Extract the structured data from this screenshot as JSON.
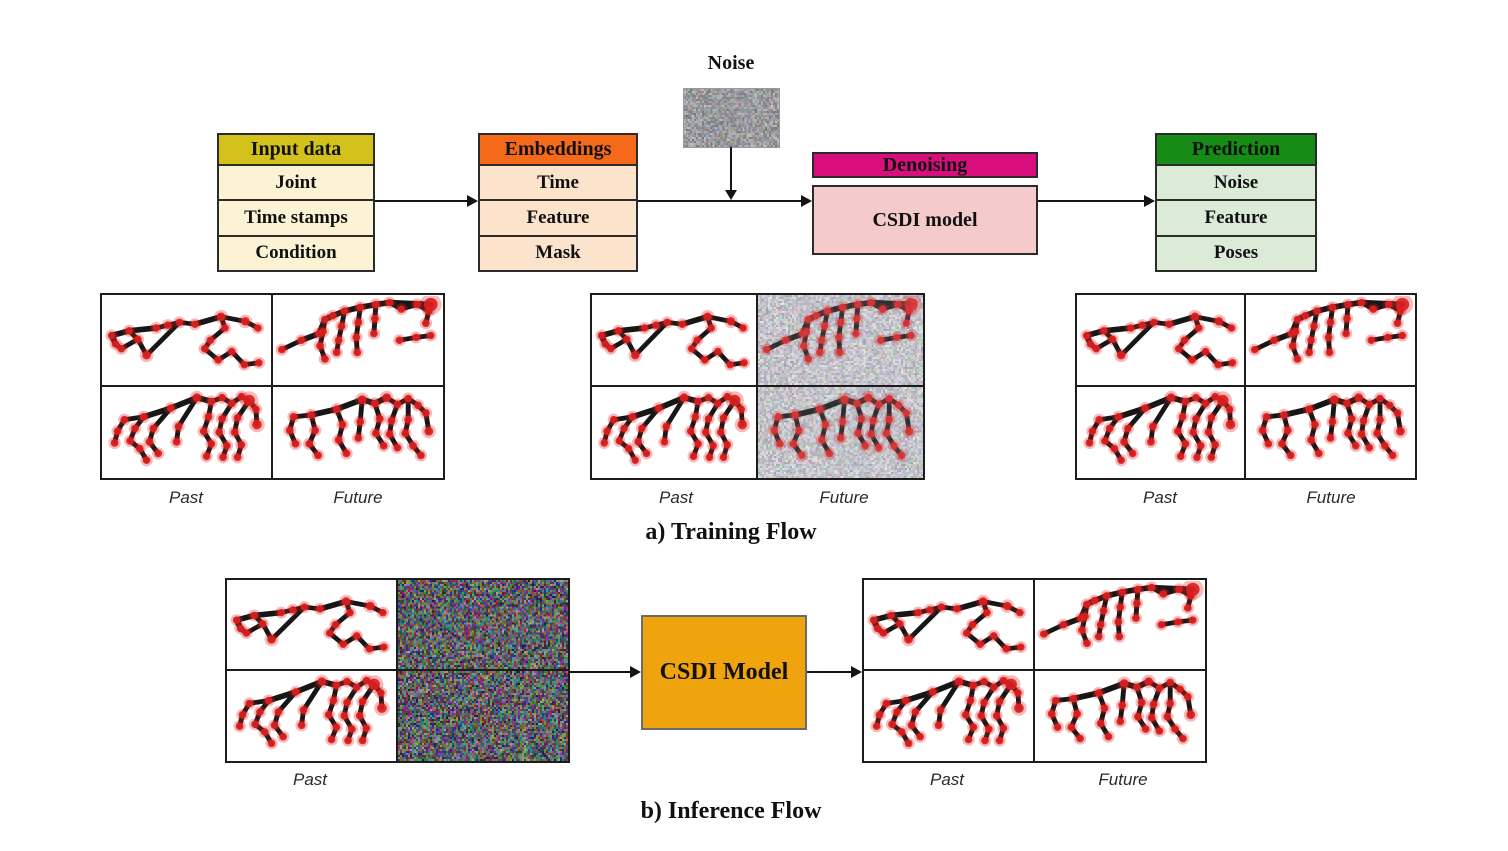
{
  "top_flow": {
    "noise_label": "Noise"
  },
  "pipeline": {
    "input": {
      "header": "Input data",
      "rows": [
        "Joint",
        "Time stamps",
        "Condition"
      ]
    },
    "embeddings": {
      "header": "Embeddings",
      "rows": [
        "Time",
        "Feature",
        "Mask"
      ]
    },
    "denoising": {
      "header": "Denoising",
      "body": "CSDI model"
    },
    "prediction": {
      "header": "Prediction",
      "rows": [
        "Noise",
        "Feature",
        "Poses"
      ]
    }
  },
  "captions": {
    "training": "a) Training Flow",
    "inference": "b) Inference Flow"
  },
  "inference": {
    "model_label": "CSDI Model"
  },
  "grids": {
    "training_left": {
      "past": "Past",
      "future": "Future"
    },
    "training_middle": {
      "past": "Past",
      "future": "Future"
    },
    "training_right": {
      "past": "Past",
      "future": "Future"
    },
    "inference_input": {
      "past": "Past"
    },
    "inference_output": {
      "past": "Past",
      "future": "Future"
    }
  },
  "colors": {
    "input_header": "#d3c11c",
    "input_body": "#fbf3d3",
    "embeddings_header": "#f4691a",
    "embeddings_body": "#fce4cc",
    "denoising_header": "#d80e7d",
    "denoising_body": "#f5caca",
    "prediction_header": "#168c16",
    "prediction_body": "#dcead8",
    "inference_box": "#efa30c",
    "joint": "#dc1f1f",
    "bone": "#161616"
  },
  "skeletons": {
    "lieA": {
      "points": [
        [
          9,
          42,
          4
        ],
        [
          13,
          51,
          4
        ],
        [
          19,
          56,
          4
        ],
        [
          27,
          37,
          4
        ],
        [
          36,
          46,
          4
        ],
        [
          45,
          63,
          4.5
        ],
        [
          55,
          34,
          4
        ],
        [
          67,
          31,
          4
        ],
        [
          79,
          28,
          4
        ],
        [
          95,
          30,
          4
        ],
        [
          122,
          22,
          4.5
        ],
        [
          126,
          34,
          4
        ],
        [
          147,
          27,
          4.5
        ],
        [
          160,
          34,
          4
        ],
        [
          111,
          47,
          4
        ],
        [
          105,
          56,
          4
        ],
        [
          119,
          68,
          4
        ],
        [
          133,
          59,
          4
        ],
        [
          146,
          73,
          4
        ],
        [
          161,
          71,
          4
        ]
      ],
      "edges": [
        [
          0,
          1,
          6
        ],
        [
          1,
          2,
          5
        ],
        [
          0,
          3,
          6
        ],
        [
          2,
          4,
          5
        ],
        [
          3,
          4,
          5
        ],
        [
          4,
          5,
          5
        ],
        [
          3,
          6,
          6
        ],
        [
          6,
          7,
          5
        ],
        [
          7,
          8,
          5
        ],
        [
          8,
          9,
          5
        ],
        [
          5,
          8,
          5
        ],
        [
          9,
          10,
          6
        ],
        [
          10,
          11,
          5
        ],
        [
          10,
          12,
          5
        ],
        [
          12,
          13,
          5
        ],
        [
          11,
          14,
          5
        ],
        [
          14,
          15,
          5
        ],
        [
          15,
          16,
          5
        ],
        [
          16,
          17,
          5
        ],
        [
          17,
          18,
          5
        ],
        [
          18,
          19,
          5
        ]
      ]
    },
    "standB": {
      "points": [
        [
          8,
          57,
          4
        ],
        [
          28,
          47,
          4
        ],
        [
          46,
          40,
          4
        ],
        [
          52,
          25,
          4
        ],
        [
          60,
          21,
          4
        ],
        [
          72,
          16,
          4
        ],
        [
          88,
          12,
          4
        ],
        [
          104,
          9,
          4
        ],
        [
          118,
          7,
          4
        ],
        [
          50,
          38,
          4
        ],
        [
          47,
          53,
          4
        ],
        [
          52,
          67,
          4
        ],
        [
          69,
          32,
          4
        ],
        [
          66,
          47,
          4
        ],
        [
          64,
          60,
          4
        ],
        [
          86,
          28,
          4
        ],
        [
          84,
          44,
          4
        ],
        [
          85,
          60,
          4
        ],
        [
          103,
          24,
          4
        ],
        [
          102,
          40,
          4
        ],
        [
          130,
          14,
          4
        ],
        [
          146,
          9,
          4
        ],
        [
          158,
          16,
          4
        ],
        [
          155,
          29,
          4
        ],
        [
          128,
          47,
          4
        ],
        [
          145,
          44,
          4
        ],
        [
          160,
          42,
          4
        ],
        [
          160,
          9,
          7
        ]
      ],
      "edges": [
        [
          0,
          1,
          5
        ],
        [
          1,
          2,
          6
        ],
        [
          2,
          3,
          6
        ],
        [
          3,
          4,
          6
        ],
        [
          4,
          5,
          6
        ],
        [
          5,
          6,
          6
        ],
        [
          6,
          7,
          6
        ],
        [
          7,
          8,
          6
        ],
        [
          8,
          27,
          6
        ],
        [
          3,
          9,
          5
        ],
        [
          9,
          10,
          5
        ],
        [
          10,
          11,
          5
        ],
        [
          5,
          12,
          5
        ],
        [
          12,
          13,
          5
        ],
        [
          13,
          14,
          5
        ],
        [
          6,
          15,
          5
        ],
        [
          15,
          16,
          5
        ],
        [
          16,
          17,
          5
        ],
        [
          7,
          18,
          5
        ],
        [
          18,
          19,
          5
        ],
        [
          8,
          20,
          5
        ],
        [
          20,
          21,
          5
        ],
        [
          21,
          22,
          5
        ],
        [
          22,
          23,
          5
        ],
        [
          24,
          25,
          5
        ],
        [
          25,
          26,
          5
        ]
      ]
    },
    "spiderC": {
      "points": [
        [
          97,
          10,
          4.5
        ],
        [
          70,
          21,
          4
        ],
        [
          42,
          30,
          4
        ],
        [
          22,
          33,
          4
        ],
        [
          15,
          45,
          4
        ],
        [
          12,
          57,
          4
        ],
        [
          33,
          42,
          4
        ],
        [
          28,
          55,
          4
        ],
        [
          38,
          63,
          4
        ],
        [
          45,
          75,
          4
        ],
        [
          52,
          42,
          4
        ],
        [
          48,
          56,
          4
        ],
        [
          57,
          68,
          4
        ],
        [
          78,
          40,
          4
        ],
        [
          76,
          56,
          4
        ],
        [
          112,
          14,
          4
        ],
        [
          123,
          10,
          4
        ],
        [
          133,
          16,
          4
        ],
        [
          143,
          9,
          4
        ],
        [
          151,
          13,
          6
        ],
        [
          158,
          22,
          4
        ],
        [
          109,
          30,
          4
        ],
        [
          104,
          45,
          4
        ],
        [
          112,
          58,
          4
        ],
        [
          107,
          71,
          4
        ],
        [
          123,
          32,
          4
        ],
        [
          120,
          46,
          4
        ],
        [
          128,
          60,
          4
        ],
        [
          124,
          72,
          4
        ],
        [
          139,
          31,
          4
        ],
        [
          136,
          46,
          4
        ],
        [
          143,
          59,
          4
        ],
        [
          139,
          72,
          4
        ],
        [
          159,
          38,
          5
        ]
      ],
      "edges": [
        [
          0,
          1,
          6
        ],
        [
          1,
          2,
          6
        ],
        [
          2,
          3,
          5
        ],
        [
          3,
          4,
          5
        ],
        [
          4,
          5,
          5
        ],
        [
          2,
          6,
          5
        ],
        [
          6,
          7,
          5
        ],
        [
          7,
          8,
          5
        ],
        [
          8,
          9,
          5
        ],
        [
          1,
          10,
          5
        ],
        [
          10,
          11,
          5
        ],
        [
          11,
          12,
          5
        ],
        [
          0,
          13,
          5
        ],
        [
          13,
          14,
          5
        ],
        [
          0,
          15,
          6
        ],
        [
          15,
          16,
          5
        ],
        [
          16,
          17,
          5
        ],
        [
          17,
          18,
          5
        ],
        [
          18,
          19,
          5
        ],
        [
          19,
          20,
          5
        ],
        [
          15,
          21,
          5
        ],
        [
          21,
          22,
          5
        ],
        [
          22,
          23,
          5
        ],
        [
          23,
          24,
          5
        ],
        [
          17,
          25,
          5
        ],
        [
          25,
          26,
          5
        ],
        [
          26,
          27,
          5
        ],
        [
          27,
          28,
          5
        ],
        [
          19,
          29,
          5
        ],
        [
          29,
          30,
          5
        ],
        [
          30,
          31,
          5
        ],
        [
          31,
          32,
          5
        ],
        [
          20,
          33,
          5
        ]
      ]
    },
    "spiderD": {
      "points": [
        [
          90,
          12,
          4.5
        ],
        [
          64,
          22,
          4
        ],
        [
          38,
          28,
          4
        ],
        [
          20,
          30,
          4
        ],
        [
          16,
          44,
          4
        ],
        [
          22,
          58,
          4
        ],
        [
          42,
          44,
          4
        ],
        [
          36,
          58,
          4
        ],
        [
          45,
          70,
          4
        ],
        [
          70,
          38,
          4
        ],
        [
          66,
          54,
          4
        ],
        [
          74,
          68,
          4
        ],
        [
          88,
          35,
          4
        ],
        [
          86,
          52,
          4
        ],
        [
          103,
          16,
          4
        ],
        [
          115,
          10,
          4.5
        ],
        [
          126,
          17,
          4
        ],
        [
          137,
          11,
          4
        ],
        [
          147,
          18,
          4
        ],
        [
          155,
          26,
          4
        ],
        [
          108,
          32,
          4
        ],
        [
          104,
          47,
          4
        ],
        [
          112,
          60,
          4
        ],
        [
          120,
          34,
          4
        ],
        [
          118,
          48,
          4
        ],
        [
          126,
          62,
          4
        ],
        [
          137,
          33,
          4
        ],
        [
          134,
          47,
          4
        ],
        [
          142,
          60,
          4
        ],
        [
          150,
          70,
          4
        ],
        [
          158,
          45,
          4.5
        ]
      ],
      "edges": [
        [
          0,
          1,
          6
        ],
        [
          1,
          2,
          6
        ],
        [
          2,
          3,
          5
        ],
        [
          3,
          4,
          5
        ],
        [
          4,
          5,
          5
        ],
        [
          2,
          6,
          5
        ],
        [
          6,
          7,
          5
        ],
        [
          7,
          8,
          5
        ],
        [
          1,
          9,
          5
        ],
        [
          9,
          10,
          5
        ],
        [
          10,
          11,
          5
        ],
        [
          0,
          12,
          5
        ],
        [
          12,
          13,
          5
        ],
        [
          0,
          14,
          6
        ],
        [
          14,
          15,
          6
        ],
        [
          15,
          16,
          5
        ],
        [
          16,
          17,
          5
        ],
        [
          17,
          18,
          5
        ],
        [
          18,
          19,
          5
        ],
        [
          14,
          20,
          5
        ],
        [
          20,
          21,
          5
        ],
        [
          21,
          22,
          5
        ],
        [
          16,
          23,
          5
        ],
        [
          23,
          24,
          5
        ],
        [
          24,
          25,
          5
        ],
        [
          17,
          26,
          5
        ],
        [
          26,
          27,
          5
        ],
        [
          27,
          28,
          5
        ],
        [
          28,
          29,
          5
        ],
        [
          19,
          30,
          5
        ]
      ]
    }
  }
}
